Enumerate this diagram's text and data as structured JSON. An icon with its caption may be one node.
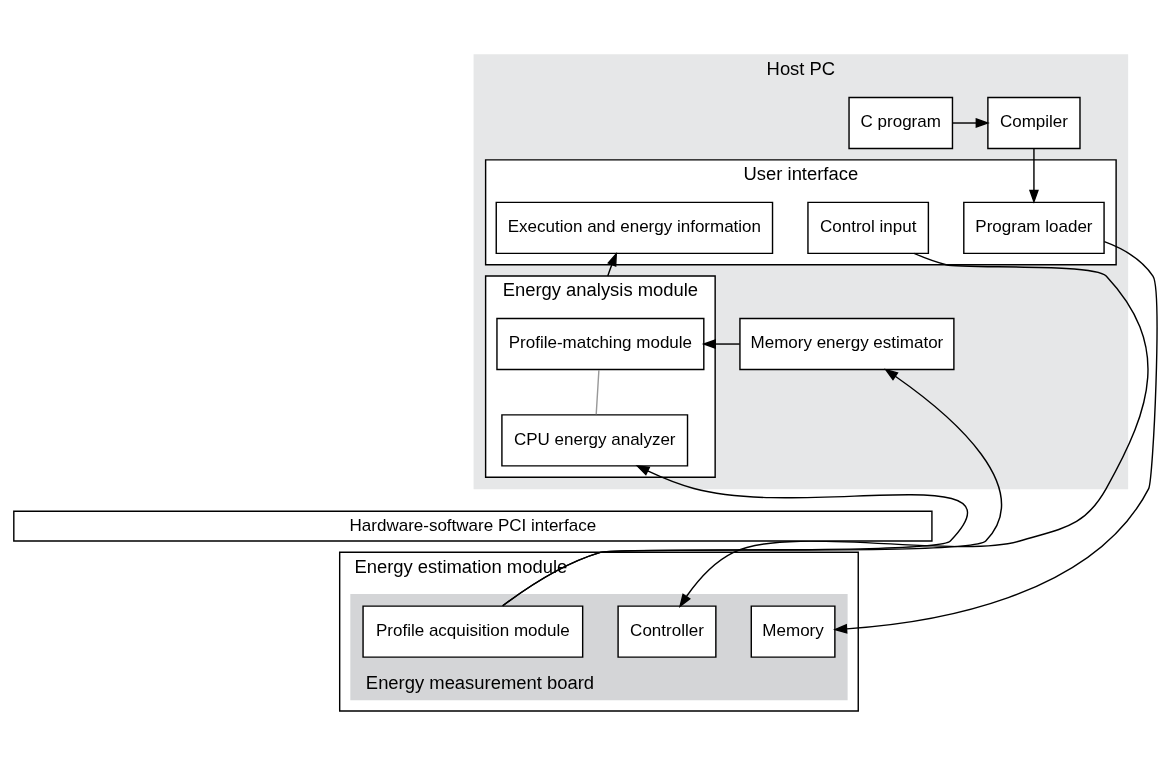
{
  "diagram": {
    "nodes": [
      {
        "text": [
          "Host PC"
        ]
      },
      {
        "text": [
          "C program"
        ],
        "in": 0
      },
      {
        "text": [
          "Compiler"
        ],
        "in": 0
      },
      {
        "text": [
          "User interface"
        ],
        "in": 0
      },
      {
        "text": [
          "Control input"
        ],
        "in": 3
      },
      {
        "text": [
          "Program loader"
        ],
        "in": 3
      },
      {
        "text": [
          "Execution and energy information"
        ],
        "in": 3
      },
      {
        "text": [
          "Energy analysis module"
        ],
        "in": 0
      },
      {
        "text": [
          "Profile-matching module"
        ],
        "in": 7
      },
      {
        "text": [
          "CPU energy analyzer"
        ],
        "in": 7
      },
      {
        "text": [
          "Memory energy estimator"
        ],
        "in": 0
      },
      {
        "text": [
          "Hardware-software PCI interface"
        ]
      },
      {
        "text": [
          "Energy estimation module"
        ]
      },
      {
        "text": [
          "Energy measurement board"
        ],
        "in": 12
      },
      {
        "text": [
          "Controller"
        ],
        "in": 13
      },
      {
        "text": [
          "Memory"
        ],
        "in": 13
      },
      {
        "text": [
          "Profile acquisition module"
        ],
        "in": 13
      }
    ],
    "edges": [
      {
        "from": 1,
        "to": 2,
        "arrow": "to"
      },
      {
        "from": 2,
        "to": 5,
        "arrow": "to"
      },
      {
        "from": 4,
        "to": 14,
        "arrow": "to"
      },
      {
        "from": 5,
        "to": 15,
        "arrow": "to"
      },
      {
        "from": 7,
        "to": 6,
        "arrow": "to"
      },
      {
        "from": 10,
        "to": 8,
        "arrow": "to"
      },
      {
        "from": 8,
        "to": 9,
        "arrow": "none",
        "color": "#999999"
      },
      {
        "from": 16,
        "to": 10,
        "arrow": "to"
      },
      {
        "from": 16,
        "to": 9,
        "arrow": "to"
      }
    ]
  }
}
